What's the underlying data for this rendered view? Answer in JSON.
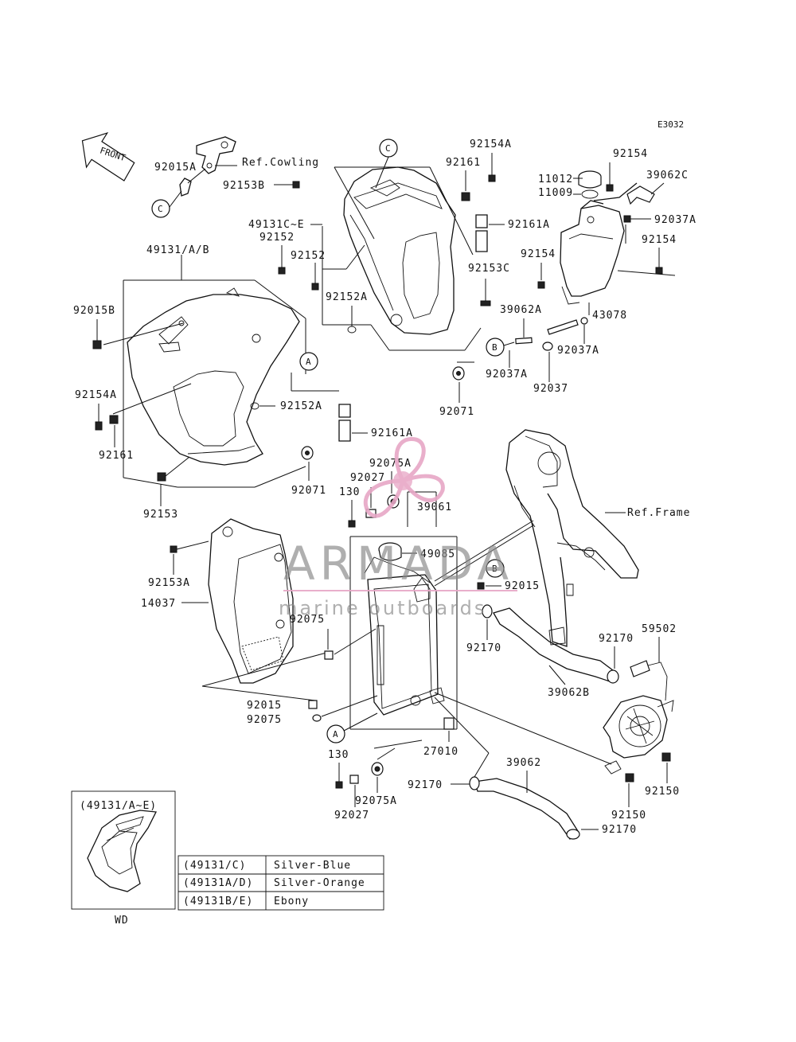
{
  "diagram_code": "E3032",
  "front_label": "FRONT",
  "ref_labels": {
    "cowling": "Ref.Cowling",
    "frame": "Ref.Frame"
  },
  "callouts": {
    "a": "A",
    "b": "B",
    "c": "C"
  },
  "parts": {
    "p92015A": "92015A",
    "p92153B": "92153B",
    "p49131CE": "49131C~E",
    "p92152a": "92152",
    "p92152b": "92152",
    "p92152A_top": "92152A",
    "p92154A_top": "92154A",
    "p92161_top": "92161",
    "p92161A_top": "92161A",
    "p92153C": "92153C",
    "p92071_top": "92071",
    "p11012": "11012",
    "p11009": "11009",
    "p92154_a": "92154",
    "p39062C": "39062C",
    "p92037A_a": "92037A",
    "p92154_b": "92154",
    "p92154_c": "92154",
    "p43078": "43078",
    "p39062A": "39062A",
    "p92037A_b": "92037A",
    "p92037A_c": "92037A",
    "p92037": "92037",
    "p49131AB": "49131/A/B",
    "p92015B": "92015B",
    "p92154A_low": "92154A",
    "p92161_low": "92161",
    "p92152A_low": "92152A",
    "p92161A_low": "92161A",
    "p92071_low": "92071",
    "p92153": "92153",
    "p92075A_top": "92075A",
    "p92027_top": "92027",
    "p130_top": "130",
    "p39061": "39061",
    "p49085": "49085",
    "p92015_r": "92015",
    "p92153A": "92153A",
    "p14037": "14037",
    "p92075_a": "92075",
    "p92170_a": "92170",
    "p92170_b": "92170",
    "p59502": "59502",
    "p39062B": "39062B",
    "p92015_b": "92015",
    "p92075_b": "92075",
    "p27010": "27010",
    "p130_low": "130",
    "p92027_low": "92027",
    "p92075A_low": "92075A",
    "p92170_c": "92170",
    "p39062": "39062",
    "p92150_a": "92150",
    "p92150_b": "92150",
    "p92170_d": "92170"
  },
  "inset": {
    "title": "(49131/A~E)",
    "caption": "WD"
  },
  "color_table": [
    {
      "code": "(49131/C)",
      "color": "Silver-Blue"
    },
    {
      "code": "(49131A/D)",
      "color": "Silver-Orange"
    },
    {
      "code": "(49131B/E)",
      "color": "Ebony"
    }
  ],
  "watermark": {
    "brand": "ARMADA",
    "tagline": "marine outboards",
    "accent_color": "#e7a7c6"
  }
}
